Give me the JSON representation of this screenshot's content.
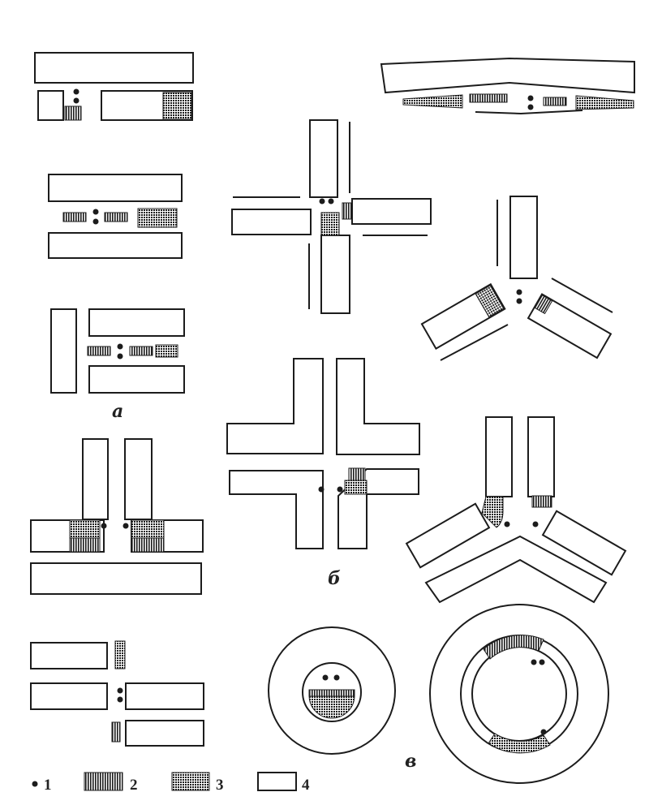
{
  "group_labels": {
    "a": "а",
    "b": "б",
    "c": "в"
  },
  "legend": [
    {
      "key": "1",
      "label": "1"
    },
    {
      "key": "2",
      "label": "2"
    },
    {
      "key": "3",
      "label": "3"
    },
    {
      "key": "4",
      "label": "4"
    }
  ],
  "colors": {
    "ink": "#1c1c1c",
    "paper": "#ffffff"
  }
}
